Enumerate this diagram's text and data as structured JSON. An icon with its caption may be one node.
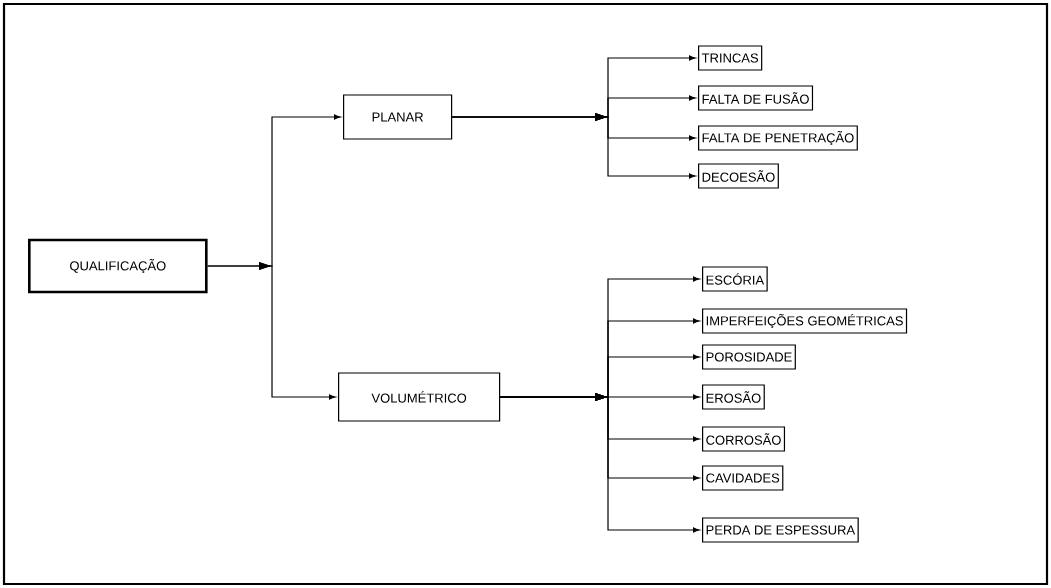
{
  "diagram": {
    "nodes": [
      {
        "text": [
          "QUALIFICAÇÃO"
        ]
      },
      {
        "text": [
          "PLANAR"
        ]
      },
      {
        "text": [
          "VOLUMÉTRICO"
        ]
      },
      {
        "text": [
          "TRINCAS"
        ]
      },
      {
        "text": [
          "FALTA DE FUSÃO"
        ]
      },
      {
        "text": [
          "FALTA DE PENETRAÇÃO"
        ]
      },
      {
        "text": [
          "DECOESÃO"
        ]
      },
      {
        "text": [
          "ESCÓRIA"
        ]
      },
      {
        "text": [
          "IMPERFEIÇÕES GEOMÉTRICAS"
        ]
      },
      {
        "text": [
          "POROSIDADE"
        ]
      },
      {
        "text": [
          "EROSÃO"
        ]
      },
      {
        "text": [
          "CORROSÃO"
        ]
      },
      {
        "text": [
          "CAVIDADES"
        ]
      },
      {
        "text": [
          "PERDA DE ESPESSURA"
        ]
      }
    ],
    "edges": [
      {
        "from": 0,
        "to": 1,
        "arrow": "to"
      },
      {
        "from": 0,
        "to": 2,
        "arrow": "to"
      },
      {
        "from": 1,
        "to": 3,
        "arrow": "to"
      },
      {
        "from": 1,
        "to": 4,
        "arrow": "to"
      },
      {
        "from": 1,
        "to": 5,
        "arrow": "to"
      },
      {
        "from": 1,
        "to": 6,
        "arrow": "to"
      },
      {
        "from": 2,
        "to": 7,
        "arrow": "to"
      },
      {
        "from": 2,
        "to": 8,
        "arrow": "to"
      },
      {
        "from": 2,
        "to": 9,
        "arrow": "to"
      },
      {
        "from": 2,
        "to": 10,
        "arrow": "to"
      },
      {
        "from": 2,
        "to": 11,
        "arrow": "to"
      },
      {
        "from": 2,
        "to": 12,
        "arrow": "to"
      },
      {
        "from": 2,
        "to": 13,
        "arrow": "to"
      }
    ]
  }
}
